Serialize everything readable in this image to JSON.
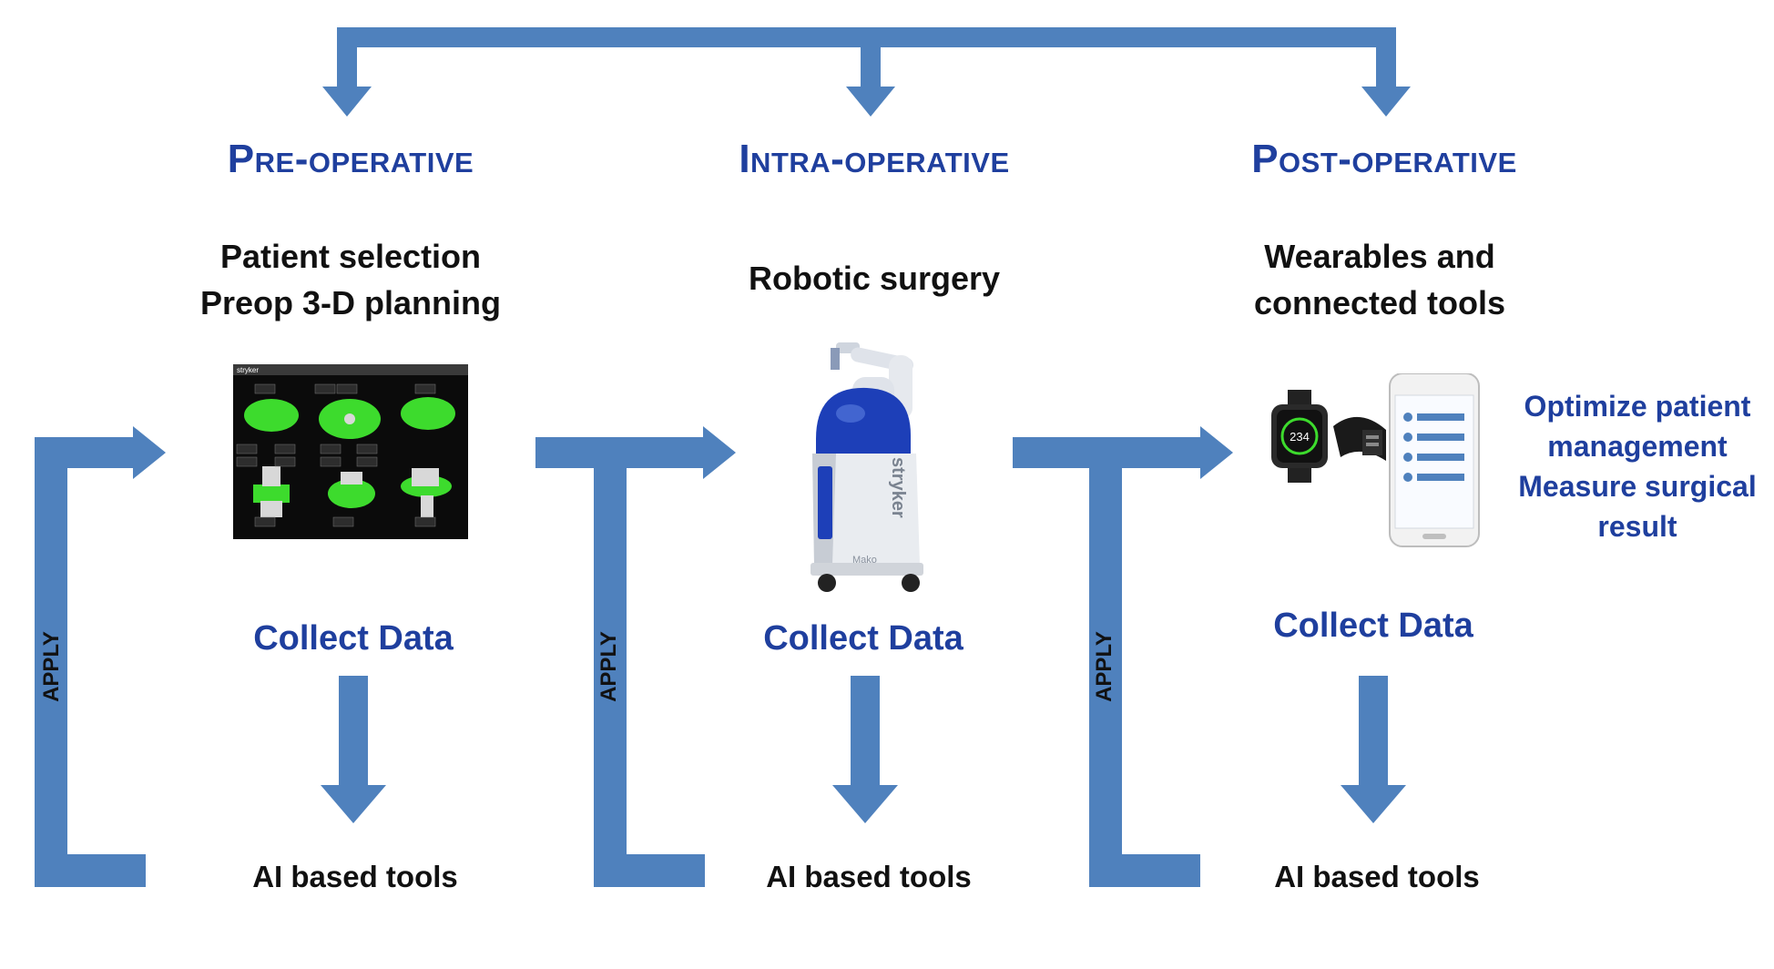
{
  "colors": {
    "arrow": "#4f81bd",
    "heading": "#1f3f9e",
    "text": "#111111",
    "screen_bg": "#0b0b0b",
    "bone_green": "#3ddb2d",
    "robot_blue": "#1d3fb8"
  },
  "columns": [
    {
      "phase": "Pre-operative",
      "desc_lines": [
        "Patient selection",
        "Preop 3-D planning"
      ],
      "image": "knee-planning-software-screenshot",
      "collect": "Collect Data",
      "ai": "AI based tools",
      "apply": "APPLY"
    },
    {
      "phase": "Intra-operative",
      "desc_lines": [
        "Robotic surgery"
      ],
      "image": "surgical-robot",
      "collect": "Collect Data",
      "ai": "AI based tools",
      "apply": "APPLY"
    },
    {
      "phase": "Post-operative",
      "desc_lines": [
        "Wearables and",
        "connected tools"
      ],
      "image": "smartwatch-wristband-phone",
      "collect": "Collect Data",
      "ai": "AI based tools",
      "apply": "APPLY"
    }
  ],
  "outcome_lines": [
    "Optimize patient",
    "management",
    "Measure surgical",
    "result"
  ],
  "screen_logo": "stryker",
  "robot_brand": "stryker",
  "robot_model": "Mako",
  "watch_value": "234"
}
